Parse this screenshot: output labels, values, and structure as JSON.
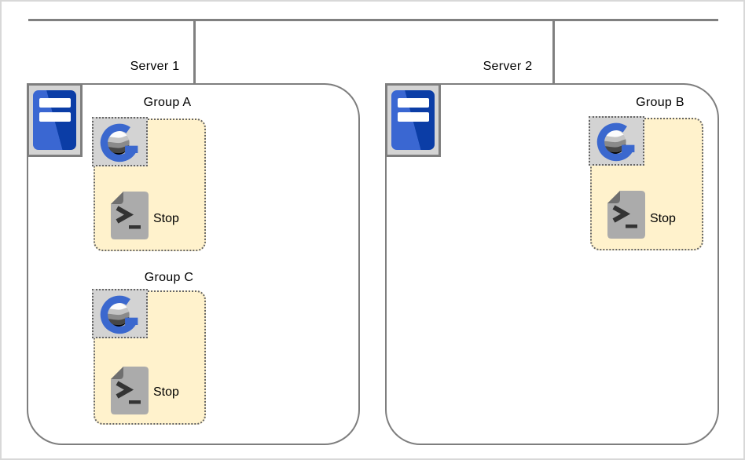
{
  "servers": [
    {
      "label": "Server 1",
      "icon": "server-tower-icon",
      "groups": [
        {
          "label": "Group A",
          "logo_icon": "go-global-logo-icon",
          "script": {
            "icon": "terminal-script-icon",
            "label": "Stop"
          }
        },
        {
          "label": "Group C",
          "logo_icon": "go-global-logo-icon",
          "script": {
            "icon": "terminal-script-icon",
            "label": "Stop"
          }
        }
      ]
    },
    {
      "label": "Server 2",
      "icon": "server-tower-icon",
      "groups": [
        {
          "label": "Group B",
          "logo_icon": "go-global-logo-icon",
          "script": {
            "icon": "terminal-script-icon",
            "label": "Stop"
          }
        }
      ]
    }
  ],
  "colors": {
    "network_line": "#808080",
    "server_border": "#7e7e7e",
    "frame": "#d8d8d8",
    "group_fill": "#fff2cc",
    "dotted_border": "#666666",
    "icon_tile_gray": "#d3d3d3",
    "tower_blue_light": "#3a67d2",
    "tower_blue_dark": "#0b3da6",
    "logo_blue": "#3b68ce",
    "document_gray": "#ababab",
    "document_fold_gray": "#6f6f6f",
    "glyph_dark": "#333333"
  }
}
